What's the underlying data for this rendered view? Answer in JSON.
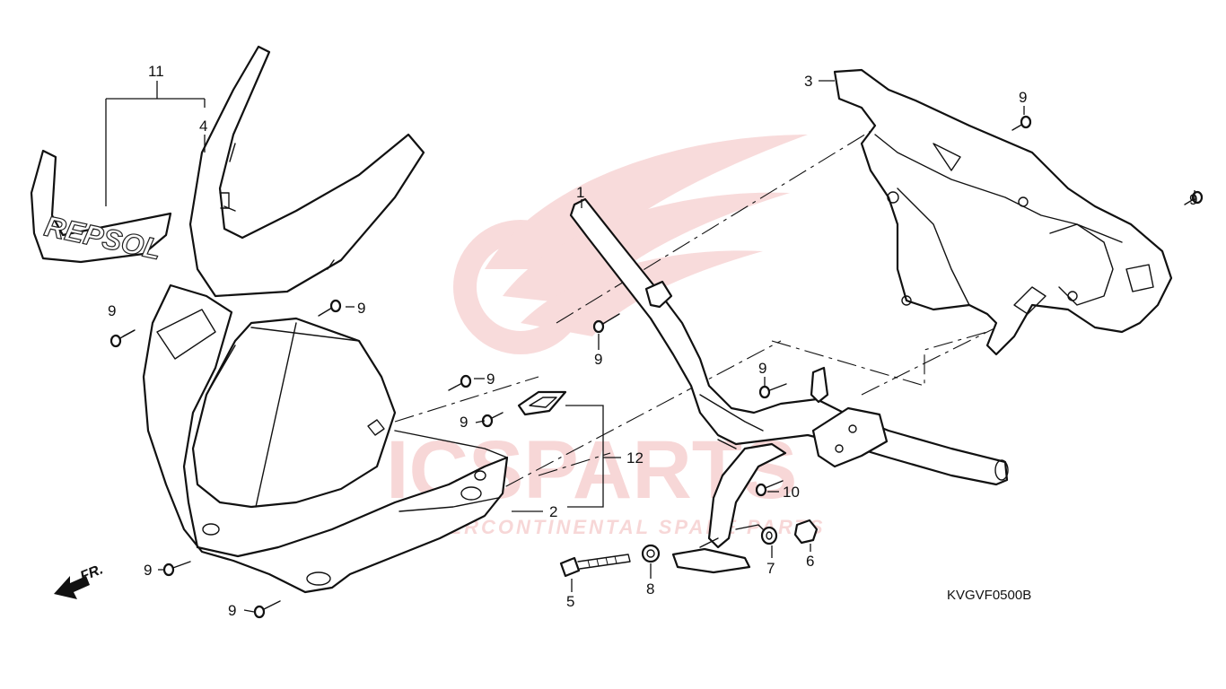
{
  "callouts": {
    "c1": "1",
    "c2": "2",
    "c3": "3",
    "c4": "4",
    "c5": "5",
    "c6": "6",
    "c7": "7",
    "c8": "8",
    "c9": "9",
    "c10": "10",
    "c11": "11",
    "c12": "12"
  },
  "drawing_code": "KVGVF0500B",
  "direction_label": "FR.",
  "decal_text": "REPSOL",
  "watermark": {
    "brand": "ICSPARTS",
    "tagline": "INTERCONTINENTAL SPARE PARTS",
    "color": "#f2b8b8"
  }
}
